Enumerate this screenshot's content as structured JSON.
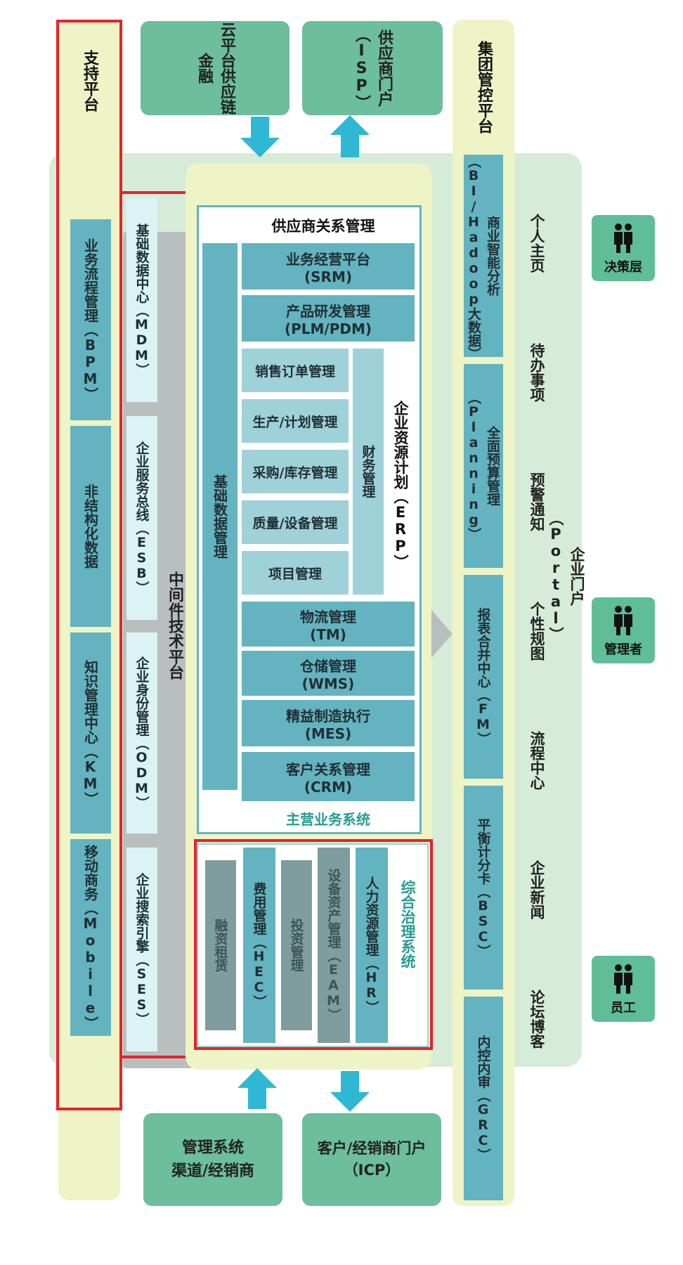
{
  "support_platform": {
    "title": "支持平台",
    "items": [
      "业务流程管理（BPM）",
      "非结构化数据",
      "知识管理中心（KM）",
      "移动商务（Mobile）"
    ]
  },
  "middleware": {
    "title": "中间件技术平台",
    "items": [
      "基础数据中心（MDM）",
      "企业服务总线（ESB）",
      "企业身份管理（ODM）",
      "企业搜索引擎（SES）"
    ]
  },
  "top_boxes": {
    "supply_chain": "云平台供应链金融",
    "isp": "供应商门户（ISP）"
  },
  "bottom_boxes": {
    "channel": [
      "管理系统",
      "渠道/经销商"
    ],
    "icp": [
      "客户/经销商门户",
      "（ICP）"
    ]
  },
  "main_business": {
    "srm_header": "供应商关系管理",
    "base_data": "基础数据管理",
    "srm": [
      "业务经营平台",
      "(SRM)"
    ],
    "plm": [
      "产品研发管理",
      "(PLM/PDM)"
    ],
    "erp_items": [
      "销售订单管理",
      "生产/计划管理",
      "采购/库存管理",
      "质量/设备管理",
      "项目管理"
    ],
    "finance": "财务管理",
    "erp_label": "企业资源计划（ERP）",
    "tm": [
      "物流管理",
      "(TM)"
    ],
    "wms": [
      "仓储管理",
      "(WMS)"
    ],
    "mes": [
      "精益制造执行",
      "(MES)"
    ],
    "crm": [
      "客户关系管理",
      "(CRM)"
    ],
    "footer": "主营业务系统"
  },
  "governance": {
    "items": [
      "融资租赁",
      "费用管理（HEC）",
      "投资管理",
      "设备资产管理（EAM）",
      "人力资源管理（HR）"
    ],
    "label": "综合治理系统"
  },
  "group_control": {
    "title": "集团管控平台",
    "items": [
      "商业智能分析（BI/Hadoop大数据）",
      "全面预算管理（Planning）",
      "报表合并中心（FM）",
      "平衡计分卡（BSC）",
      "内控内审（GRC）"
    ]
  },
  "portal": {
    "items": [
      "个人主页",
      "待办事项",
      "预警通知",
      "个性规图",
      "流程中心",
      "企业新闻",
      "论坛博客"
    ],
    "title": "企业门户（Portal）"
  },
  "roles": [
    "决策层",
    "管理者",
    "员工"
  ],
  "colors": {
    "bg_green": "#d6ecd9",
    "light_yellow": "#eef4c6",
    "teal": "#64b3c0",
    "green": "#6cbe9c",
    "arrow": "#2fb8d3",
    "highlight_red": "#e8222a"
  }
}
